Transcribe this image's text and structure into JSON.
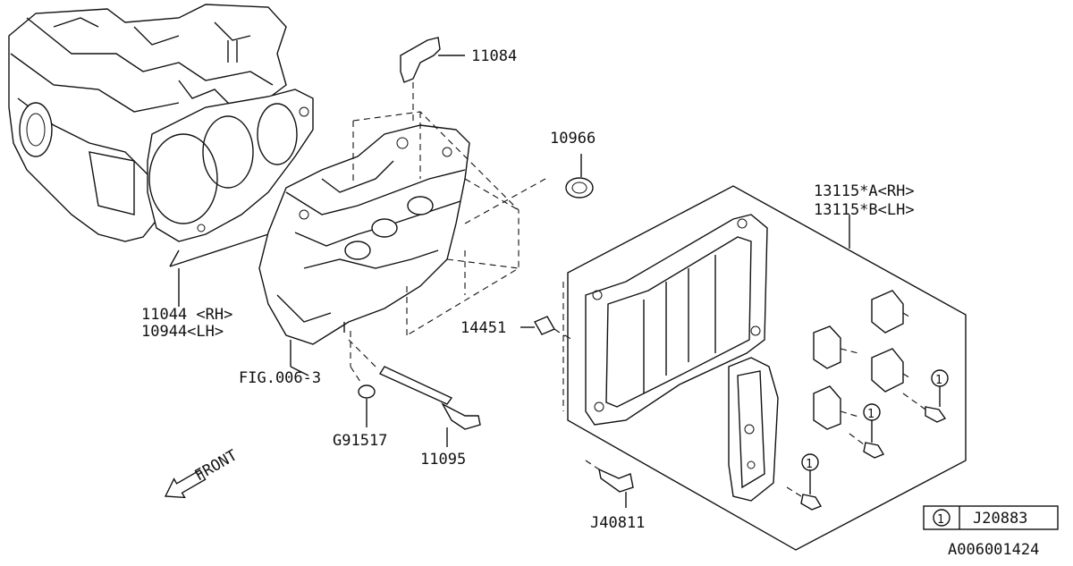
{
  "labels": {
    "p11084": "11084",
    "p10966": "10966",
    "p13115a": "13115*A<RH>",
    "p13115b": "13115*B<LH>",
    "p11044": "11044 <RH>",
    "p10944": "10944<LH>",
    "p14451": "14451",
    "fig": "FIG.006-3",
    "g91517": "G91517",
    "p11095": "11095",
    "j40811": "J40811",
    "front": "FRONT",
    "callout1": "1",
    "legend_num": "1",
    "legend_part": "J20883",
    "diagram_id": "A006001424"
  }
}
